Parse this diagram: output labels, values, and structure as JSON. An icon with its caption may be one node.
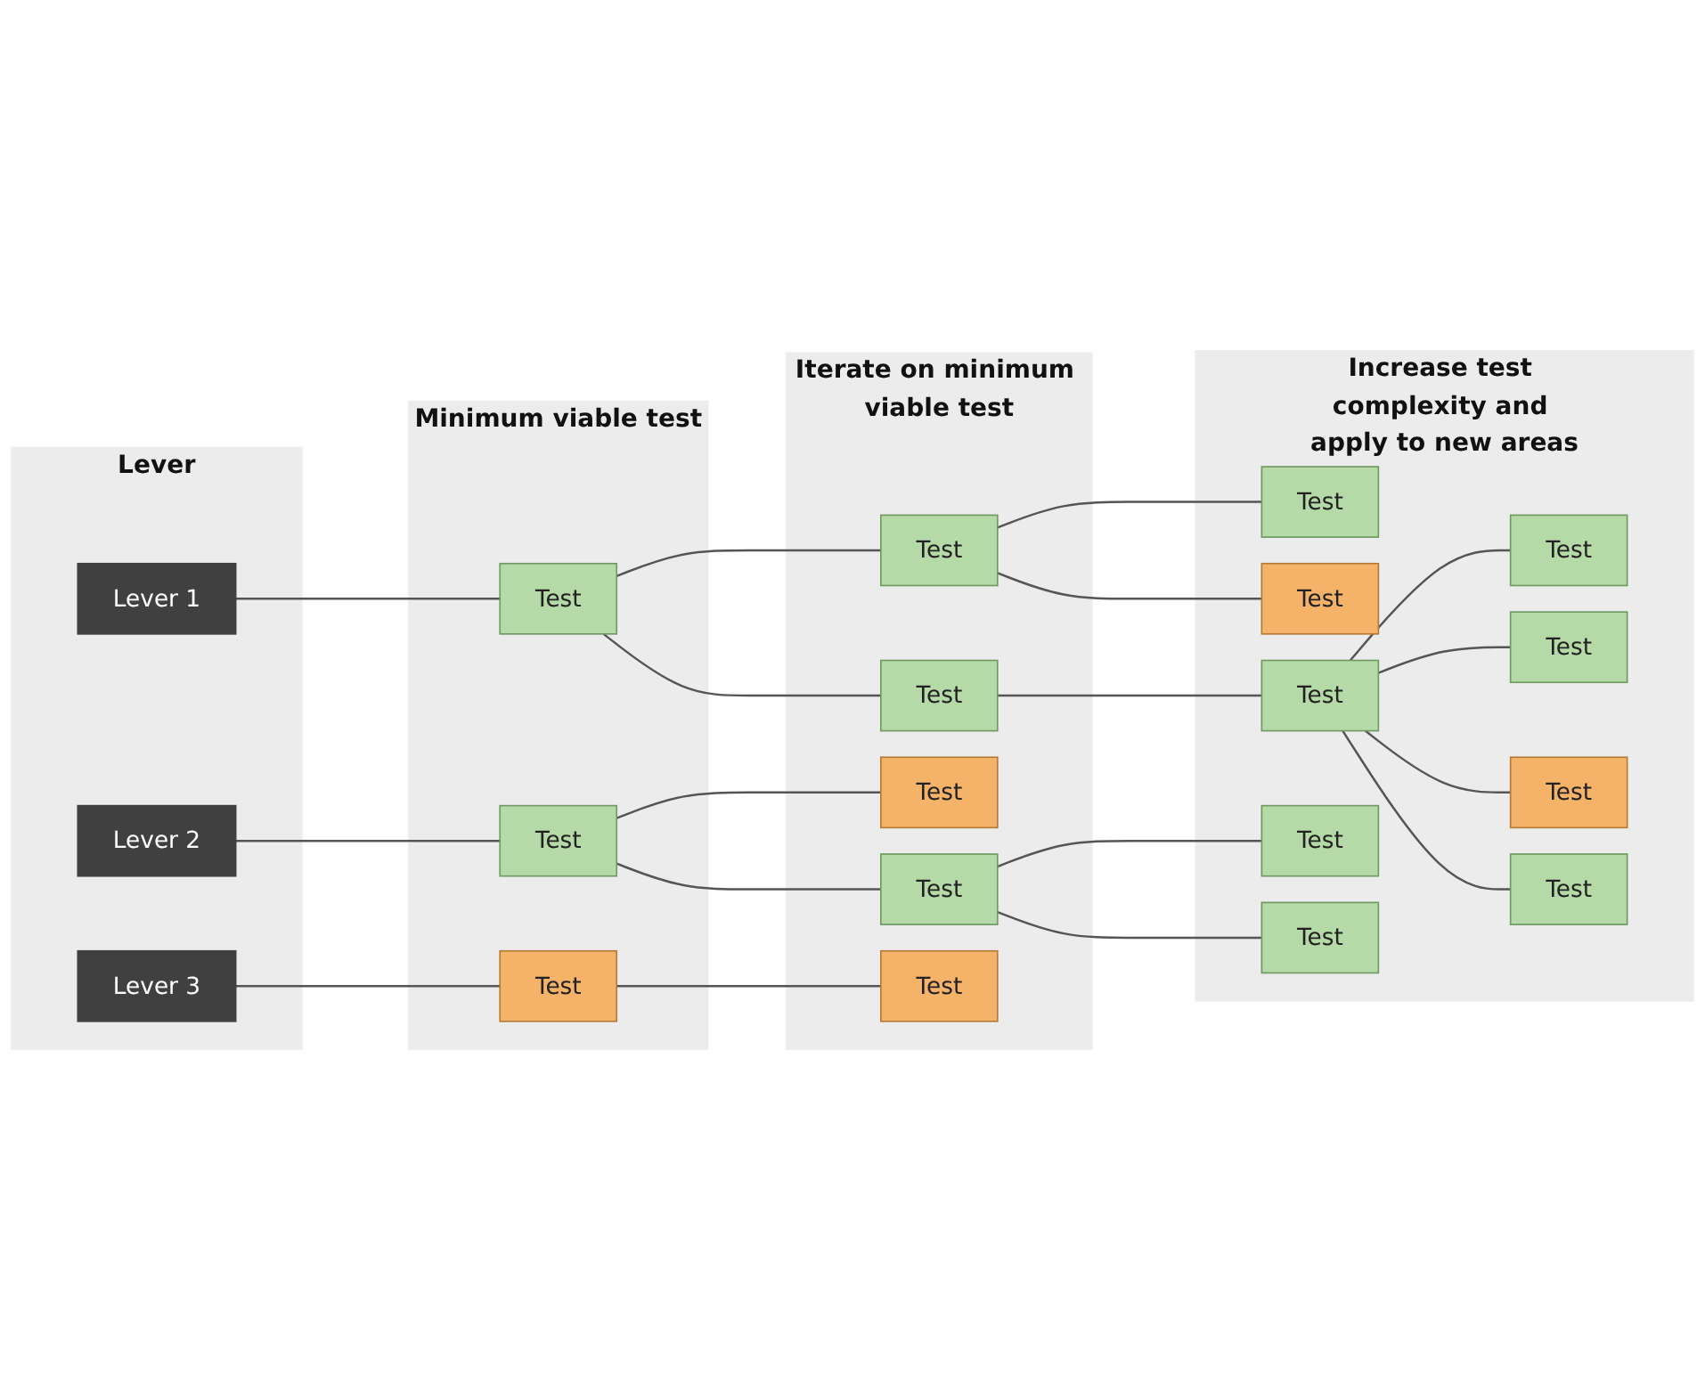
{
  "diagram": {
    "nodes": [
      {
        "text": [
          "Lever"
        ]
      },
      {
        "text": [
          "Lever 1"
        ],
        "in": 0
      },
      {
        "text": [
          "Lever 2"
        ],
        "in": 0
      },
      {
        "text": [
          "Lever 3"
        ],
        "in": 0
      },
      {
        "text": [
          "Minimum viable test"
        ]
      },
      {
        "text": [
          "Test"
        ],
        "in": 4
      },
      {
        "text": [
          "Test"
        ],
        "in": 4
      },
      {
        "text": [
          "Test"
        ],
        "in": 4
      },
      {
        "text": [
          "Iterate on minimum viable test"
        ]
      },
      {
        "text": [
          "Test"
        ],
        "in": 8
      },
      {
        "text": [
          "Test"
        ],
        "in": 8
      },
      {
        "text": [
          "Test"
        ],
        "in": 8
      },
      {
        "text": [
          "Test"
        ],
        "in": 8
      },
      {
        "text": [
          "Test"
        ],
        "in": 8
      },
      {
        "text": [
          "Increase test complexity and apply to new areas"
        ]
      },
      {
        "text": [
          "Test"
        ],
        "in": 14
      },
      {
        "text": [
          "Test"
        ],
        "in": 14
      },
      {
        "text": [
          "Test"
        ],
        "in": 14
      },
      {
        "text": [
          "Test"
        ],
        "in": 14
      },
      {
        "text": [
          "Test"
        ],
        "in": 14
      },
      {
        "text": [
          "Test"
        ],
        "in": 14
      },
      {
        "text": [
          "Test"
        ],
        "in": 14
      },
      {
        "text": [
          "Test"
        ],
        "in": 14
      },
      {
        "text": [
          "Test"
        ],
        "in": 14
      }
    ],
    "edges": [
      {
        "from": 1,
        "to": 5,
        "arrow": "none"
      },
      {
        "from": 5,
        "to": 9,
        "arrow": "none"
      },
      {
        "from": 5,
        "to": 10,
        "arrow": "none"
      },
      {
        "from": 9,
        "to": 15,
        "arrow": "none"
      },
      {
        "from": 9,
        "to": 16,
        "arrow": "none"
      },
      {
        "from": 10,
        "to": 17,
        "arrow": "none"
      },
      {
        "from": 17,
        "to": 18,
        "arrow": "none"
      },
      {
        "from": 17,
        "to": 19,
        "arrow": "none"
      },
      {
        "from": 17,
        "to": 20,
        "arrow": "none"
      },
      {
        "from": 17,
        "to": 21,
        "arrow": "none"
      },
      {
        "from": 2,
        "to": 6,
        "arrow": "none"
      },
      {
        "from": 6,
        "to": 11,
        "arrow": "none"
      },
      {
        "from": 6,
        "to": 12,
        "arrow": "none"
      },
      {
        "from": 12,
        "to": 22,
        "arrow": "none"
      },
      {
        "from": 12,
        "to": 23,
        "arrow": "none"
      },
      {
        "from": 3,
        "to": 7,
        "arrow": "none"
      },
      {
        "from": 7,
        "to": 13,
        "arrow": "none"
      }
    ]
  }
}
